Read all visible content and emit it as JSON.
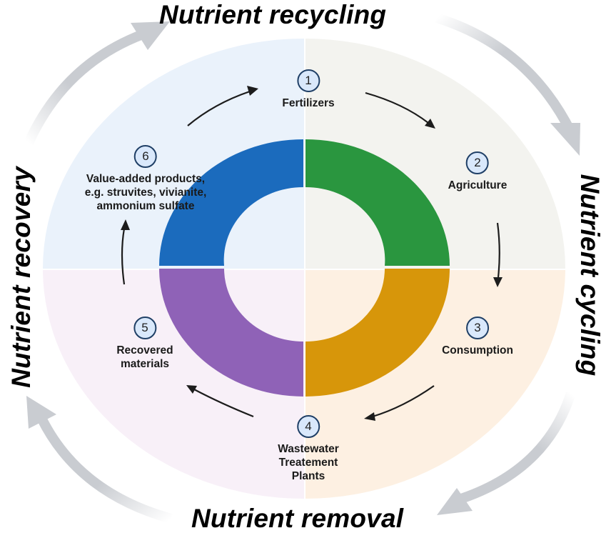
{
  "titles": {
    "top": "Nutrient recycling",
    "right": "Nutrient cycling",
    "bottom": "Nutrient removal",
    "left": "Nutrient recovery"
  },
  "steps": [
    {
      "number": "1",
      "label": "Fertilizers"
    },
    {
      "number": "2",
      "label": "Agriculture"
    },
    {
      "number": "3",
      "label": "Consumption"
    },
    {
      "number": "4",
      "label": "Wastewater\nTreatement\nPlants"
    },
    {
      "number": "5",
      "label": "Recovered\nmaterials"
    },
    {
      "number": "6",
      "label": "Value-added products,\ne.g. struvites, vivianite,\nammonium sulfate"
    }
  ],
  "colors": {
    "quadrant_top_left": "#eaf2fb",
    "quadrant_top_right": "#f3f3ef",
    "quadrant_bottom_right": "#fdf0e2",
    "quadrant_bottom_left": "#f8f0f8",
    "ring_blue": "#1b6bbd",
    "ring_green": "#2a963f",
    "ring_orange": "#d7960a",
    "ring_purple": "#8f62b7",
    "outer_arrow": "#c9ccd1",
    "inner_arrow": "#1c1c1c"
  }
}
